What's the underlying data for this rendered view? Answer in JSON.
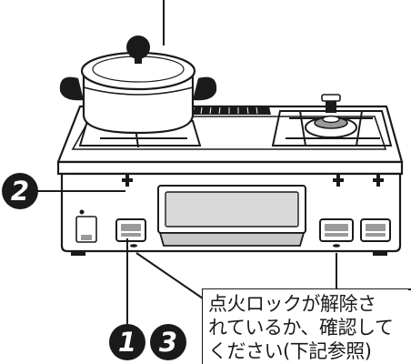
{
  "markers": {
    "badge_2": "2",
    "badge_1": "1",
    "badge_3": "3"
  },
  "callout": {
    "lines": [
      "点火ロックが解除さ",
      "れているか、確認して",
      "ください(下記参照)"
    ]
  },
  "colors": {
    "line": "#1a1a1a",
    "shade": "#9a9a9a",
    "light_shade": "#d0d0d0",
    "background": "#ffffff"
  },
  "icons": {
    "pot": "pot-with-lid-icon",
    "knob": "control-knob-icon",
    "burner": "gas-burner-icon"
  }
}
